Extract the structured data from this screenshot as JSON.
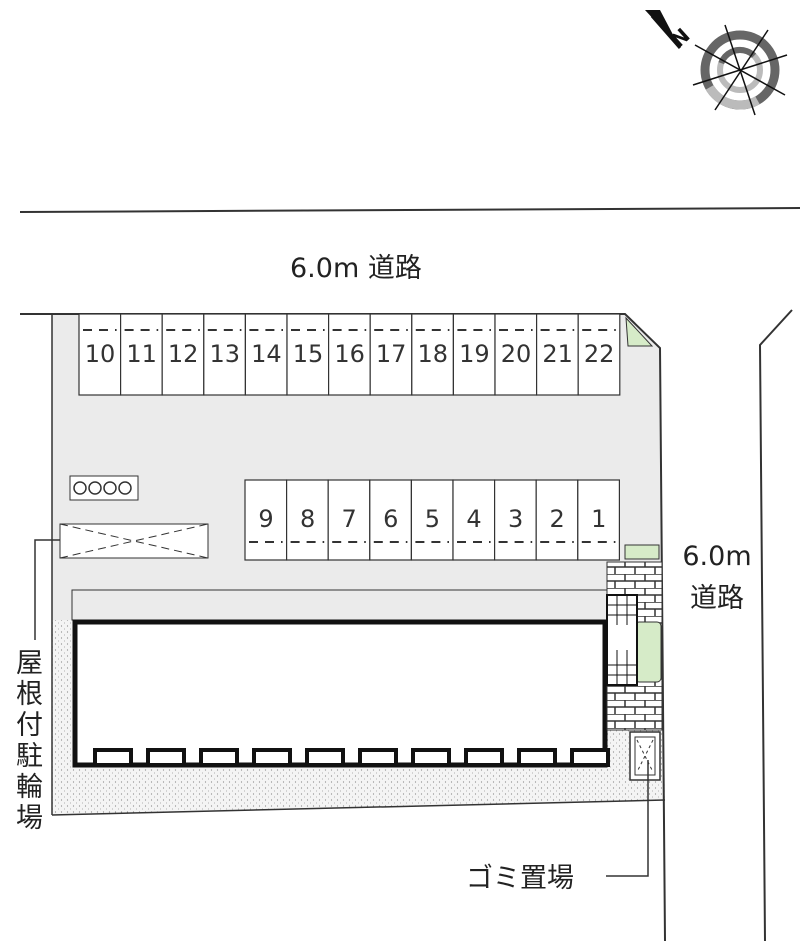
{
  "compass": {
    "north_label": "N",
    "icon": "compass-rose-icon"
  },
  "roads": {
    "top": {
      "label": "6.0m 道路"
    },
    "right": {
      "width": "6.0m",
      "label": "道路"
    }
  },
  "parking": {
    "top_row": [
      "10",
      "11",
      "12",
      "13",
      "14",
      "15",
      "16",
      "17",
      "18",
      "19",
      "20",
      "21",
      "22"
    ],
    "bottom_row": [
      "9",
      "8",
      "7",
      "6",
      "5",
      "4",
      "3",
      "2",
      "1"
    ]
  },
  "facilities": {
    "bike_parking": "屋根付駐輪場",
    "trash": "ゴミ置場"
  },
  "colors": {
    "lot": "#ebebeb",
    "green": "#d6ebc8",
    "line": "#222222"
  }
}
